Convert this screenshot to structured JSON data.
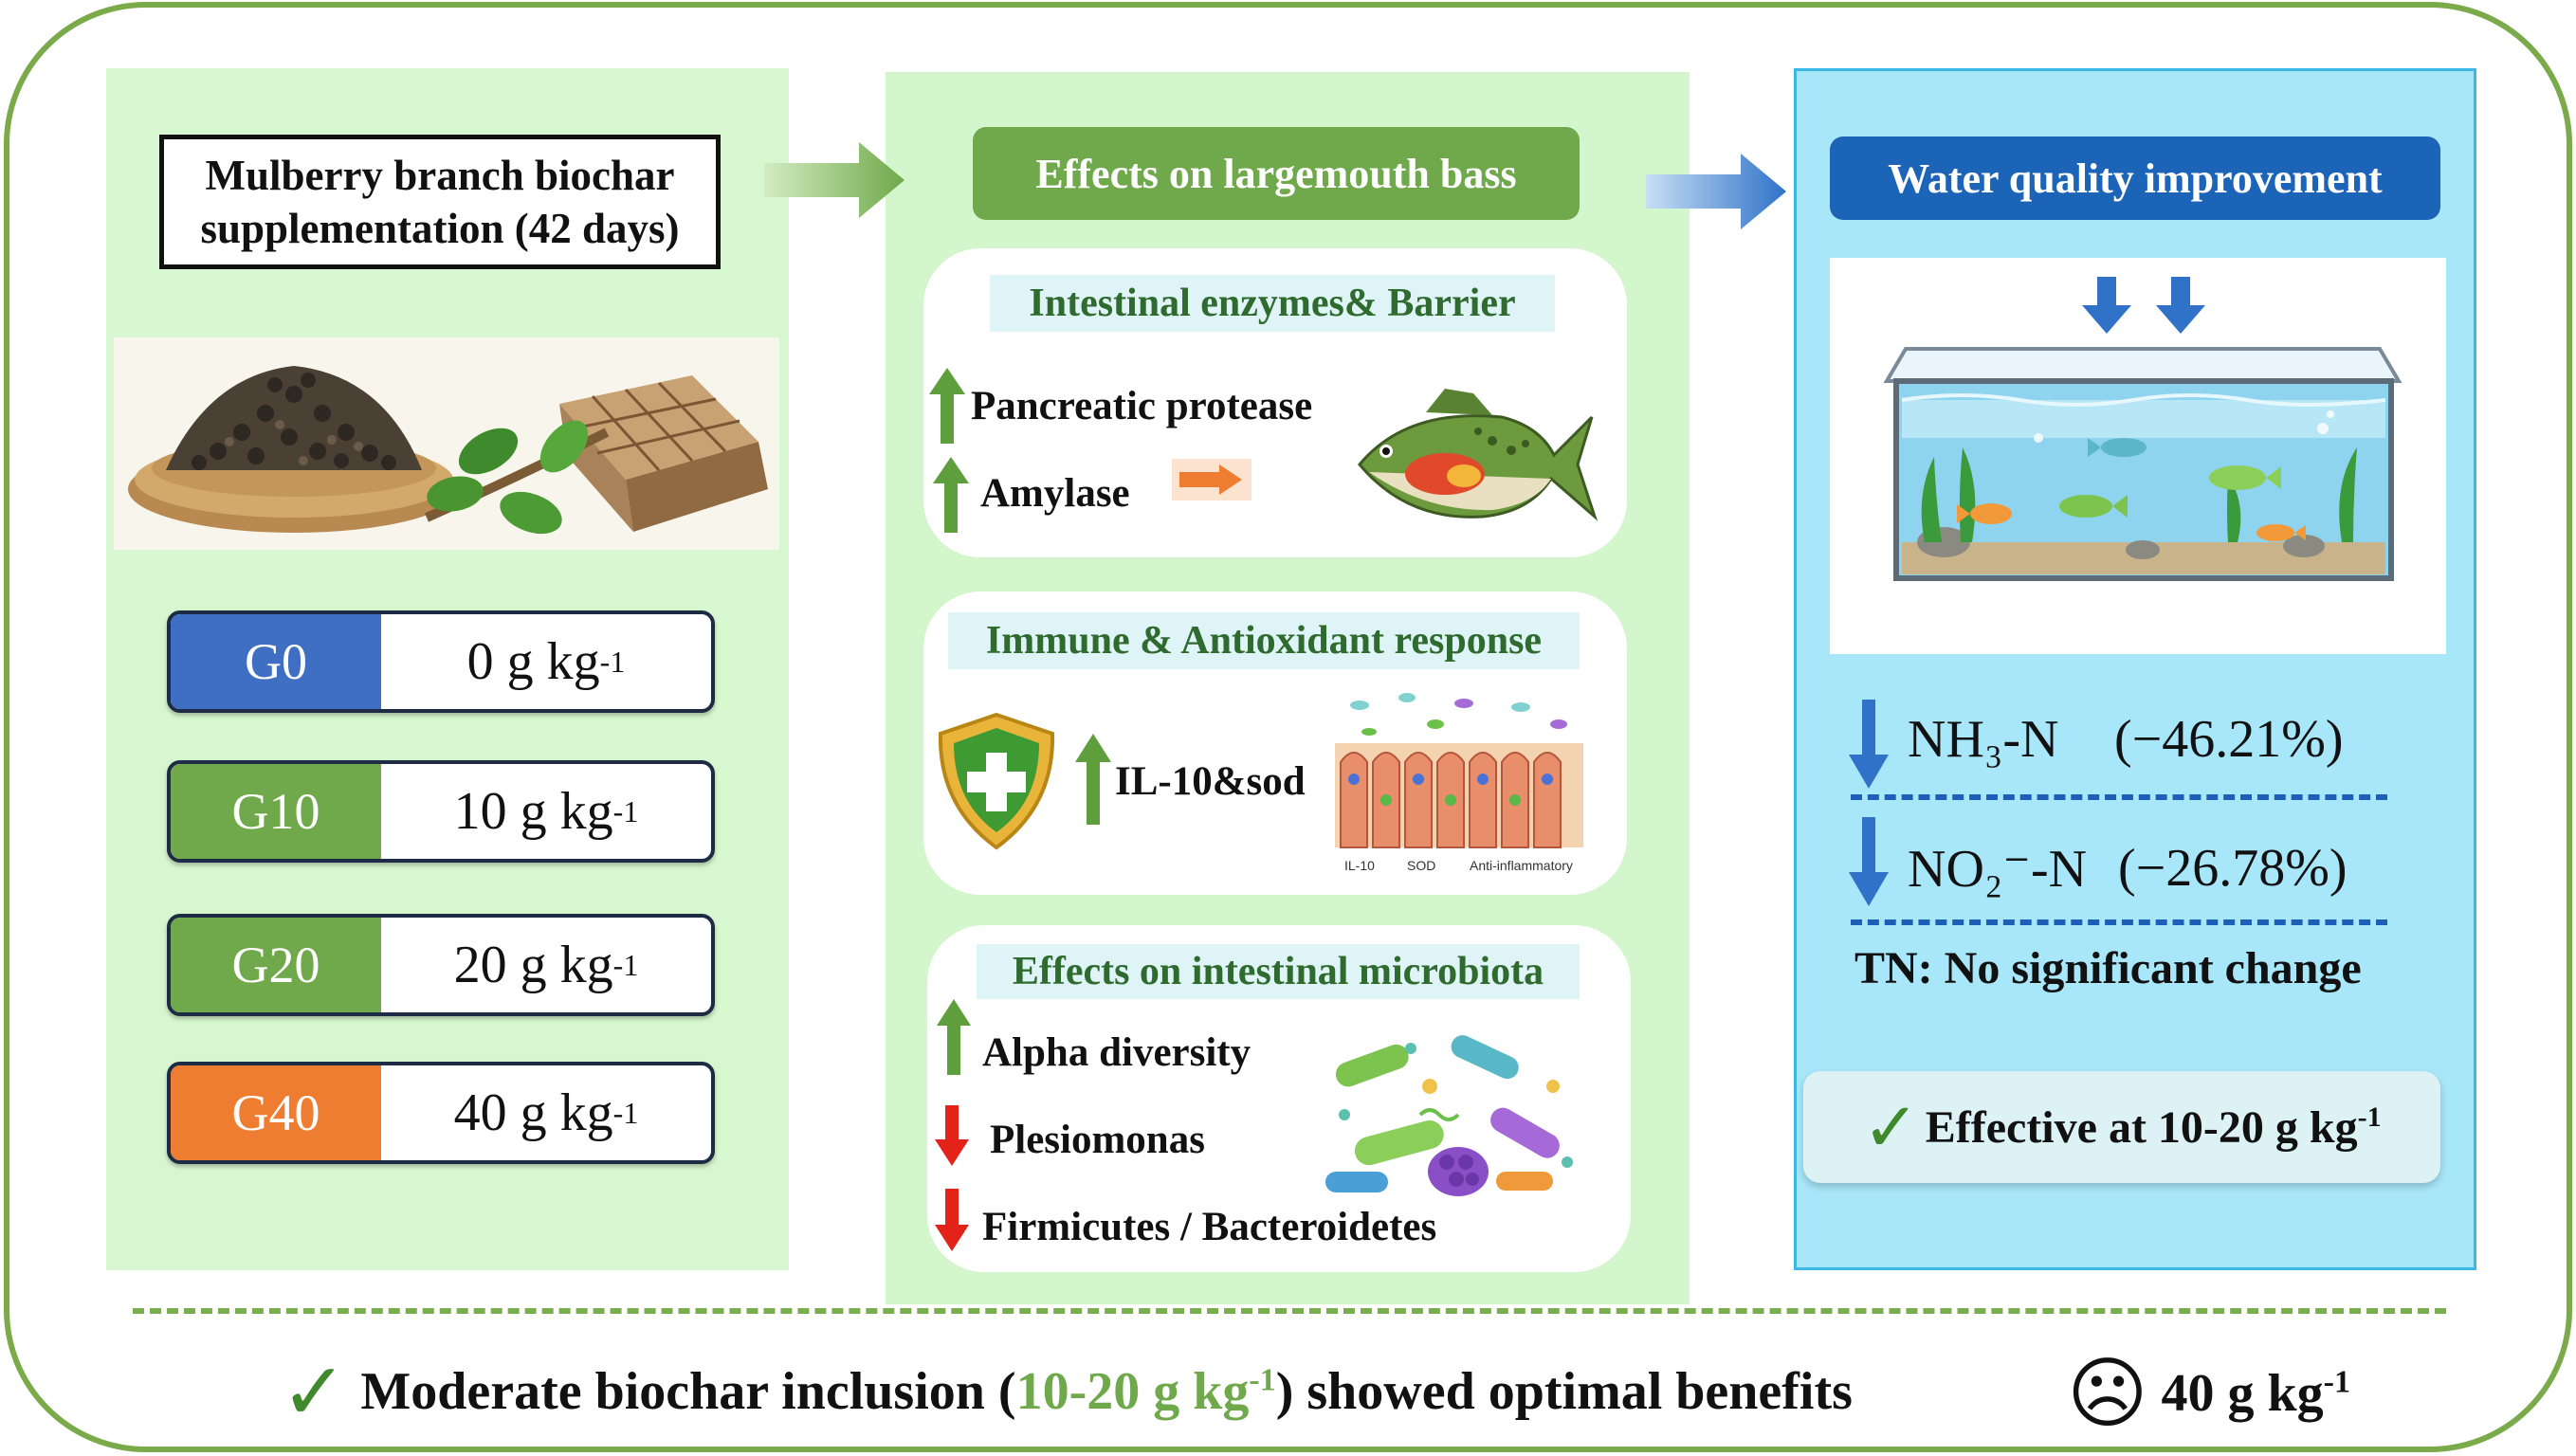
{
  "left": {
    "title": "Mulberry branch biochar supplementation (42 days)",
    "groups": [
      {
        "name": "G0",
        "value": "0 g kg",
        "sup": "-1",
        "color": "#3f6fc3"
      },
      {
        "name": "G10",
        "value": "10 g kg",
        "sup": "-1",
        "color": "#6fa94b"
      },
      {
        "name": "G20",
        "value": "20 g kg",
        "sup": "-1",
        "color": "#6fa94b"
      },
      {
        "name": "G40",
        "value": "40 g kg",
        "sup": "-1",
        "color": "#ee7d32"
      }
    ]
  },
  "middle": {
    "header": "Effects on largemouth bass",
    "enzymes": {
      "title": "Intestinal enzymes& Barrier",
      "items": [
        "Pancreatic protease",
        "Amylase"
      ]
    },
    "immune": {
      "title": "Immune & Antioxidant response",
      "item": "IL-10&sod",
      "illustration_labels": [
        "IL-10",
        "SOD",
        "Anti-inflammatory"
      ]
    },
    "microbiota": {
      "title": "Effects on intestinal microbiota",
      "items": [
        {
          "text": "Alpha diversity",
          "direction": "up"
        },
        {
          "text": "Plesiomonas",
          "direction": "down"
        },
        {
          "text": "Firmicutes / Bacteroidetes",
          "direction": "down"
        }
      ]
    }
  },
  "right": {
    "header": "Water quality improvement",
    "nh3": {
      "name": "NH₃-N",
      "change": "(−46.21%)"
    },
    "no2": {
      "name": "NO₂⁻-N",
      "change": "(−26.78%)"
    },
    "tn": "TN: No significant change",
    "effective": {
      "check": "✓",
      "text": "Effective at 10-20 g kg",
      "sup": "-1"
    }
  },
  "bottom": {
    "check": "✓",
    "pre": "Moderate biochar inclusion (",
    "highlight": "10-20 g kg",
    "highlight_sup": "-1",
    "post": ") showed optimal benefits",
    "sad_face": "☹",
    "sad_text": "40 g kg",
    "sad_sup": "-1"
  },
  "colors": {
    "green": "#6fa94b",
    "up_arrow": "#5e9e3c",
    "down_arrow_red": "#e32319",
    "down_arrow_blue": "#2f72c8",
    "blue_header": "#1b64b7",
    "orange": "#ee7d32"
  }
}
